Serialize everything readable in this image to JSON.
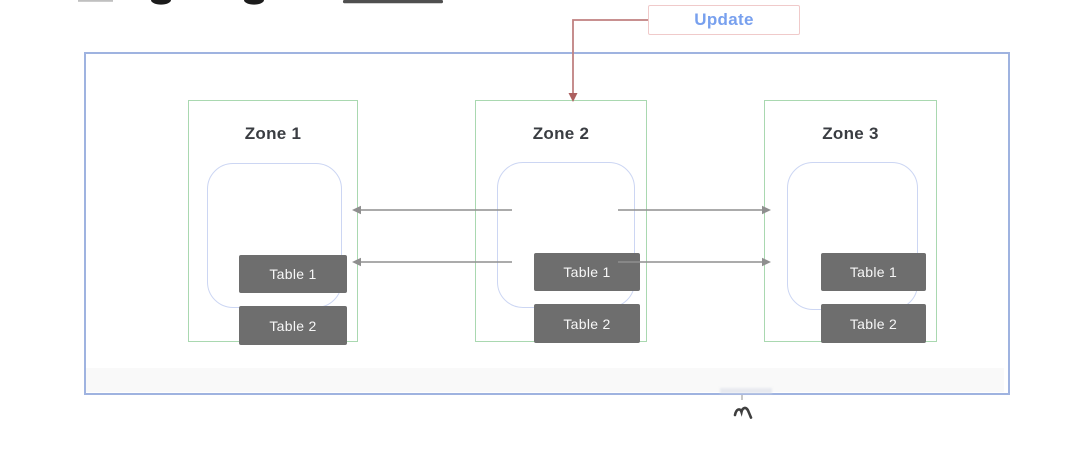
{
  "update_label": {
    "text": "Update"
  },
  "zones": [
    {
      "label": "Zone 1",
      "tables": [
        "Table 1",
        "Table 2"
      ]
    },
    {
      "label": "Zone 2",
      "tables": [
        "Table 1",
        "Table 2"
      ]
    },
    {
      "label": "Zone 3",
      "tables": [
        "Table 1",
        "Table 2"
      ]
    }
  ],
  "colors": {
    "outer-border": "#9fb3e0",
    "zone-border": "#a9d8b0",
    "container-border": "#ccd6f3",
    "table-bg": "#6e6e6e",
    "table-text": "#f7f7f7",
    "arrow-gray": "#8f8f8f",
    "update-border": "#f0caca",
    "update-text": "#78a0ee",
    "connector-red": "#c08181",
    "connector-red-head": "#ad5f5f",
    "zone-label-text": "#3a3d42"
  }
}
